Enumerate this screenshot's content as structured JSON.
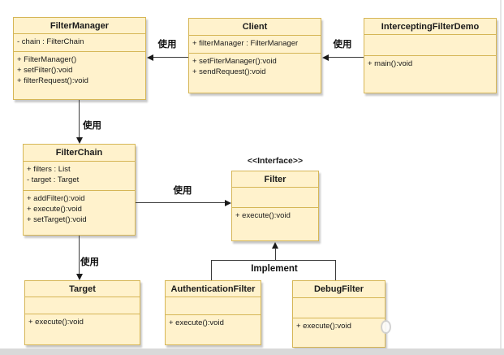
{
  "palette": {
    "box_fill": "#FFF2CC",
    "box_border": "#D6B656",
    "line_color": "#3a3a3a",
    "text_color": "#1a1a1a",
    "background": "#ffffff",
    "bottom_strip": "#d9d9d9"
  },
  "classes": [
    {
      "name": "FilterManager",
      "attributes": [
        "- chain : FilterChain"
      ],
      "methods": [
        "+ FilterManager()",
        "+ setFilter():void",
        "+ filterRequest():void"
      ]
    },
    {
      "name": "Client",
      "attributes": [
        "+ filterManager : FilterManager"
      ],
      "methods": [
        "+ setFiterManager():void",
        "+ sendRequest():void"
      ]
    },
    {
      "name": "InterceptingFilterDemo",
      "attributes": [],
      "methods": [
        "+ main():void"
      ]
    },
    {
      "name": "FilterChain",
      "attributes": [
        "+ filters : List",
        "- target : Target"
      ],
      "methods": [
        "+ addFilter():void",
        "+ execute():void",
        "+ setTarget():void"
      ]
    },
    {
      "name": "Filter",
      "stereotype": "<<Interface>>",
      "attributes": [],
      "methods": [
        "+ execute():void"
      ]
    },
    {
      "name": "Target",
      "attributes": [],
      "methods": [
        "+ execute():void"
      ]
    },
    {
      "name": "AuthenticationFilter",
      "attributes": [],
      "methods": [
        "+ execute():void"
      ]
    },
    {
      "name": "DebugFilter",
      "attributes": [],
      "methods": [
        "+ execute():void"
      ]
    }
  ],
  "edge_labels": {
    "use_client_filtermanager": "使用",
    "use_demo_client": "使用",
    "use_filtermanager_filterchain": "使用",
    "use_filterchain_filter": "使用",
    "use_filterchain_target": "使用",
    "implement": "Implement"
  },
  "relations": [
    {
      "from": "Client",
      "to": "FilterManager",
      "label": "使用",
      "type": "directed-arrow"
    },
    {
      "from": "InterceptingFilterDemo",
      "to": "Client",
      "label": "使用",
      "type": "directed-arrow"
    },
    {
      "from": "FilterManager",
      "to": "FilterChain",
      "label": "使用",
      "type": "directed-arrow"
    },
    {
      "from": "FilterChain",
      "to": "Filter",
      "label": "使用",
      "type": "directed-arrow"
    },
    {
      "from": "FilterChain",
      "to": "Target",
      "label": "使用",
      "type": "directed-arrow"
    },
    {
      "from": "AuthenticationFilter",
      "to": "Filter",
      "label": "Implement",
      "type": "realization"
    },
    {
      "from": "DebugFilter",
      "to": "Filter",
      "label": "Implement",
      "type": "realization"
    }
  ]
}
